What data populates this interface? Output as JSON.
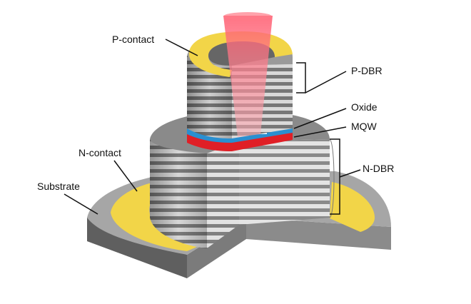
{
  "labels": {
    "p_contact": "P-contact",
    "p_dbr": "P-DBR",
    "oxide": "Oxide",
    "mqw": "MQW",
    "n_dbr": "N-DBR",
    "n_contact": "N-contact",
    "substrate": "Substrate"
  },
  "colors": {
    "contact_gold": "#f2d548",
    "contact_gold_light": "#fae98a",
    "gray_top": "#8c8c8c",
    "gray_side": "#6e6e6e",
    "gray_dark": "#555555",
    "stripe_light": "#dcdcdc",
    "stripe_dark": "#7a7a7a",
    "mqw_red": "#e01f26",
    "oxide_blue": "#2a8fd0",
    "beam_pink": "#ff6b7a"
  }
}
